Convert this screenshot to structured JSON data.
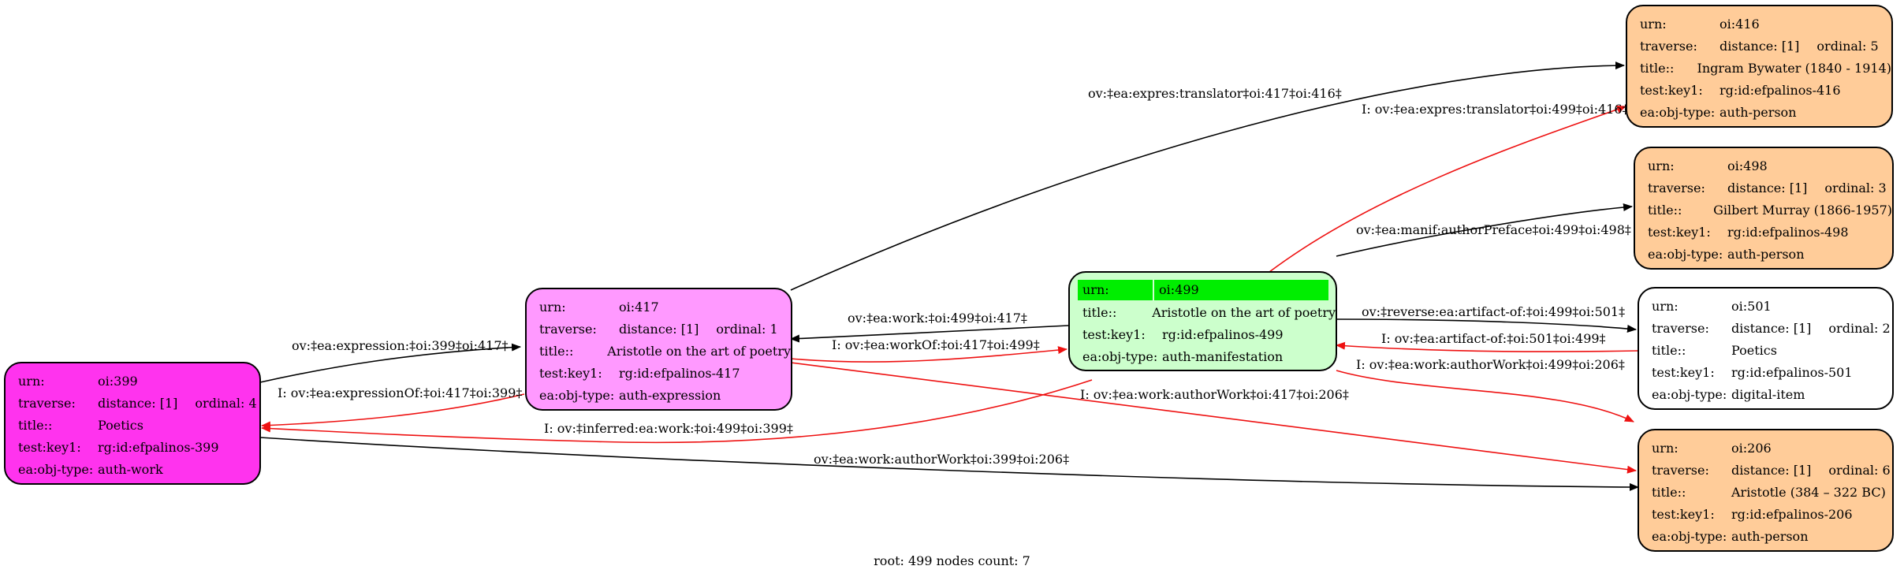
{
  "colors": {
    "n399": "#ff33ee",
    "n417": "#ff99ff",
    "n499": "#ccffcc",
    "n499_highlight": "#00ee00",
    "person": "#ffcc99",
    "digital": "#ffffff",
    "inferred_edge": "#ee1111",
    "edge": "#000000"
  },
  "nodes": {
    "n399": {
      "urn": {
        "k": "urn:",
        "v": "oi:399"
      },
      "traverse": {
        "k": "traverse:",
        "v": "distance: [1]",
        "v2": "ordinal: 4"
      },
      "title": {
        "k": "title::",
        "v": "Poetics"
      },
      "key": {
        "k": "test:key1:",
        "v": "rg:id:efpalinos-399"
      },
      "type": {
        "k": "ea:obj-type:",
        "v": "auth-work"
      }
    },
    "n417": {
      "urn": {
        "k": "urn:",
        "v": "oi:417"
      },
      "traverse": {
        "k": "traverse:",
        "v": "distance: [1]",
        "v2": "ordinal: 1"
      },
      "title": {
        "k": "title::",
        "v": "Aristotle on the art of poetry"
      },
      "key": {
        "k": "test:key1:",
        "v": "rg:id:efpalinos-417"
      },
      "type": {
        "k": "ea:obj-type:",
        "v": "auth-expression"
      }
    },
    "n499": {
      "urn": {
        "k": "urn:",
        "v": "oi:499"
      },
      "title": {
        "k": "title::",
        "v": "Aristotle on the art of poetry"
      },
      "key": {
        "k": "test:key1:",
        "v": "rg:id:efpalinos-499"
      },
      "type": {
        "k": "ea:obj-type:",
        "v": "auth-manifestation"
      }
    },
    "n416": {
      "urn": {
        "k": "urn:",
        "v": "oi:416"
      },
      "traverse": {
        "k": "traverse:",
        "v": "distance: [1]",
        "v2": "ordinal: 5"
      },
      "title": {
        "k": "title::",
        "v": "Ingram Bywater (1840 - 1914)"
      },
      "key": {
        "k": "test:key1:",
        "v": "rg:id:efpalinos-416"
      },
      "type": {
        "k": "ea:obj-type:",
        "v": "auth-person"
      }
    },
    "n498": {
      "urn": {
        "k": "urn:",
        "v": "oi:498"
      },
      "traverse": {
        "k": "traverse:",
        "v": "distance: [1]",
        "v2": "ordinal: 3"
      },
      "title": {
        "k": "title::",
        "v": "Gilbert Murray (1866-1957)"
      },
      "key": {
        "k": "test:key1:",
        "v": "rg:id:efpalinos-498"
      },
      "type": {
        "k": "ea:obj-type:",
        "v": "auth-person"
      }
    },
    "n501": {
      "urn": {
        "k": "urn:",
        "v": "oi:501"
      },
      "traverse": {
        "k": "traverse:",
        "v": "distance: [1]",
        "v2": "ordinal: 2"
      },
      "title": {
        "k": "title::",
        "v": "Poetics"
      },
      "key": {
        "k": "test:key1:",
        "v": "rg:id:efpalinos-501"
      },
      "type": {
        "k": "ea:obj-type:",
        "v": "digital-item"
      }
    },
    "n206": {
      "urn": {
        "k": "urn:",
        "v": "oi:206"
      },
      "traverse": {
        "k": "traverse:",
        "v": "distance: [1]",
        "v2": "ordinal: 6"
      },
      "title": {
        "k": "title::",
        "v": "Aristotle (384 – 322 BC)"
      },
      "key": {
        "k": "test:key1:",
        "v": "rg:id:efpalinos-206"
      },
      "type": {
        "k": "ea:obj-type:",
        "v": "auth-person"
      }
    }
  },
  "edges": {
    "e1": "ov:‡ea:expression:‡oi:399‡oi:417‡",
    "e2": "I: ov:‡ea:expressionOf:‡oi:417‡oi:399‡",
    "e3": "ov:‡ea:work:‡oi:499‡oi:417‡",
    "e4": "I: ov:‡ea:workOf:‡oi:417‡oi:499‡",
    "e5": "I: ov:‡inferred:ea:work:‡oi:499‡oi:399‡",
    "e6": "ov:‡ea:work:authorWork‡oi:399‡oi:206‡",
    "e7": "I: ov:‡ea:work:authorWork‡oi:417‡oi:206‡",
    "e8": "ov:‡ea:expres:translator‡oi:417‡oi:416‡",
    "e9": "I: ov:‡ea:expres:translator‡oi:499‡oi:416‡",
    "e10": "ov:‡ea:manif:authorPreface‡oi:499‡oi:498‡",
    "e11": "ov:‡reverse:ea:artifact-of:‡oi:499‡oi:501‡",
    "e12": "I: ov:‡ea:artifact-of:‡oi:501‡oi:499‡",
    "e13": "I: ov:‡ea:work:authorWork‡oi:499‡oi:206‡"
  },
  "footer": "root: 499 nodes count: 7"
}
